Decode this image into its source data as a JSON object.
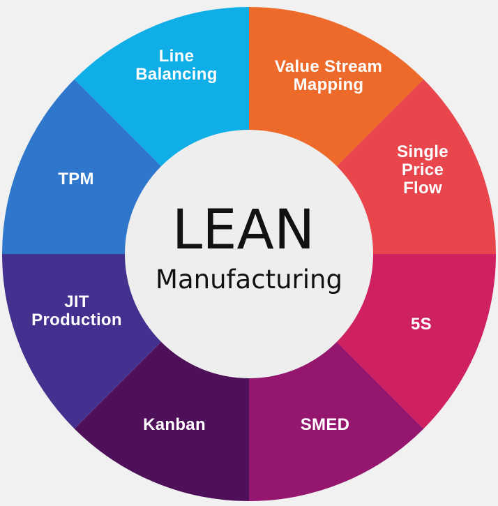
{
  "diagram": {
    "center": {
      "title": "LEAN",
      "subtitle": "Manufacturing"
    },
    "segments": [
      {
        "id": "value-stream-mapping",
        "lines": [
          "Value Stream",
          "Mapping"
        ],
        "color": "#ee6a2b"
      },
      {
        "id": "single-price-flow",
        "lines": [
          "Single",
          "Price",
          "Flow"
        ],
        "color": "#e8454d"
      },
      {
        "id": "5s",
        "lines": [
          "5S"
        ],
        "color": "#cf2062"
      },
      {
        "id": "smed",
        "lines": [
          "SMED"
        ],
        "color": "#94166e"
      },
      {
        "id": "kanban",
        "lines": [
          "Kanban"
        ],
        "color": "#4f105a"
      },
      {
        "id": "jit-production",
        "lines": [
          "JIT",
          "Production"
        ],
        "color": "#43308f"
      },
      {
        "id": "tpm",
        "lines": [
          "TPM"
        ],
        "color": "#2f77cc"
      },
      {
        "id": "line-balancing",
        "lines": [
          "Line",
          "Balancing"
        ],
        "color": "#10aee6"
      }
    ],
    "colors": {
      "background": "#f1f1f1",
      "center_fill": "#eeeeee",
      "segment_text": "#ffffff",
      "center_text": "#111111"
    }
  }
}
